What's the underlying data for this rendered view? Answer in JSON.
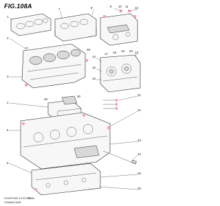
{
  "figure": {
    "title": "FIG.108A"
  },
  "footer": {
    "model": "GSXR750Z L0 E21 1084",
    "caption": "CRANKCASE"
  },
  "callouts": [
    {
      "text": "1"
    },
    {
      "text": "2"
    },
    {
      "text": "3"
    },
    {
      "text": "4"
    },
    {
      "text": "5"
    },
    {
      "text": "6"
    },
    {
      "text": "7"
    },
    {
      "text": "8"
    },
    {
      "text": "9"
    },
    {
      "text": "10"
    },
    {
      "text": "11"
    },
    {
      "text": "12"
    },
    {
      "text": "13"
    },
    {
      "text": "14"
    },
    {
      "text": "15"
    },
    {
      "text": "16"
    },
    {
      "text": "17"
    },
    {
      "text": "18"
    },
    {
      "text": "19"
    },
    {
      "text": "20"
    },
    {
      "text": "21"
    },
    {
      "text": "22"
    },
    {
      "text": "23"
    },
    {
      "text": "24"
    },
    {
      "text": "25"
    },
    {
      "text": "26"
    },
    {
      "text": "27"
    },
    {
      "text": "28"
    },
    {
      "text": "29"
    },
    {
      "text": "30"
    },
    {
      "text": "31"
    }
  ],
  "colors": {
    "highlight": "#f2a0c0",
    "line": "#111111"
  }
}
